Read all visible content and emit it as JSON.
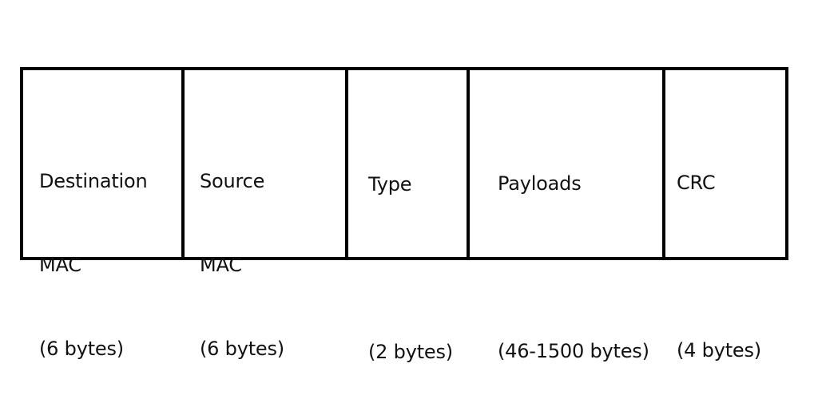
{
  "diagram": {
    "title": "",
    "colors": {
      "border": "#000000",
      "background": "#ffffff",
      "text": "#111111"
    },
    "fields": [
      {
        "name": "Destination MAC",
        "lines": [
          "Destination",
          "MAC",
          "(6 bytes)"
        ],
        "size": "6 bytes"
      },
      {
        "name": "Source MAC",
        "lines": [
          "Source",
          "MAC",
          "(6 bytes)"
        ],
        "size": "6 bytes"
      },
      {
        "name": "Type",
        "lines": [
          "Type",
          "",
          "(2 bytes)"
        ],
        "size": "2 bytes"
      },
      {
        "name": "Payloads",
        "lines": [
          "Payloads",
          "",
          "(46-1500 bytes)"
        ],
        "size": "46-1500 bytes"
      },
      {
        "name": "CRC",
        "lines": [
          "CRC",
          "",
          "(4 bytes)"
        ],
        "size": "4 bytes"
      }
    ]
  }
}
